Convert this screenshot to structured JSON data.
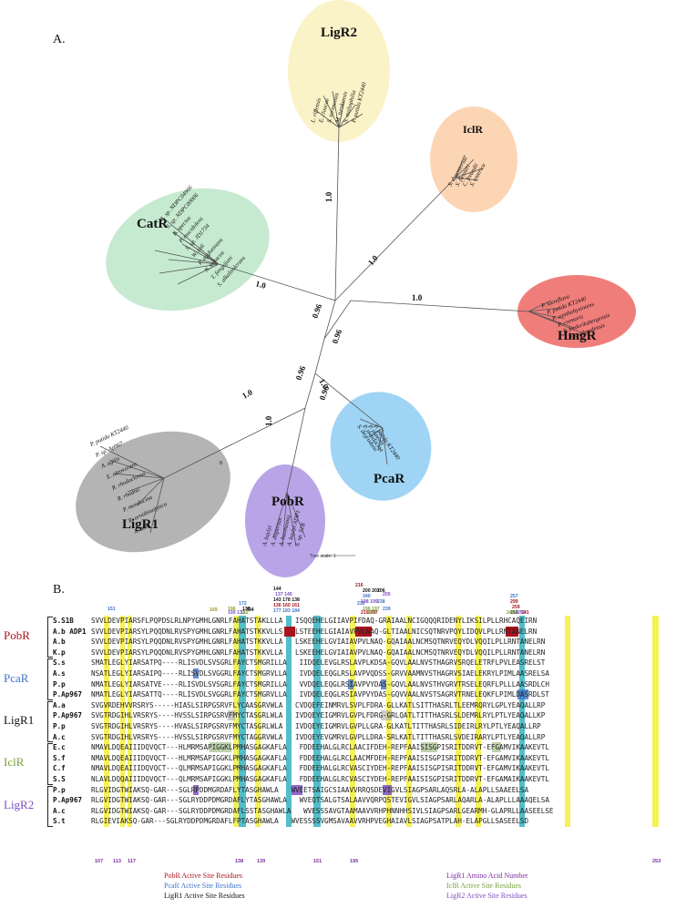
{
  "panel_a_label": "A.",
  "panel_b_label": "B.",
  "clades": {
    "ligr2": {
      "name": "LigR2",
      "color": "#fbf3c8",
      "leaves": [
        "L. riflensis",
        "E. cloacae",
        "S. tarimensis",
        "M. turokensis",
        "S. maltophilia",
        "P. putida KT2440"
      ]
    },
    "iclr": {
      "name": "IclR",
      "color": "#fcd5b4",
      "leaves": [
        "S. dysenteriae",
        "S. flexneri",
        "C. freundii",
        "S. enterica"
      ]
    },
    "catr": {
      "name": "CatR",
      "color": "#c6ead0",
      "leaves": [
        "A. sp. NDPC04966",
        "S. sp. NDPC00006",
        "B. spectus",
        "P. mucidolens",
        "S. sp. JD1734",
        "W. soli",
        "P. agglutinans",
        "N. testacea",
        "T. fengzijuni",
        "S. alkalitolerans"
      ]
    },
    "hmgr": {
      "name": "HmgR",
      "color": "#ef7e7b",
      "leaves": [
        "P. taeniflava",
        "P. putida KT2440",
        "P. xanthohysiniens",
        "P. cremoris",
        "P. frederiksbergensis",
        "P. svalbardensis"
      ]
    },
    "ligr1": {
      "name": "LigR1",
      "color": "#b4b4b4",
      "leaves": [
        "P. putida KT2440",
        "P. sp. Ap967",
        "A. agilis",
        "E. oleovorans",
        "R. rhodochrous",
        "R. rhodnii",
        "P. mendocina",
        "R. ornithinolytica",
        "A. alba"
      ]
    },
    "pobr": {
      "name": "PobR",
      "color": "#b9a4e8",
      "leaves": [
        "A. baylyi",
        "A. dispersus",
        "A. baumannii",
        "A. baylyi ADP1",
        "S. sp. S1B"
      ]
    },
    "pcar": {
      "name": "PcaR",
      "color": "#9fd4f5",
      "leaves": [
        "S. degradans",
        "P. mendocina",
        "P. puteolii",
        "P. putida KT2440"
      ]
    }
  },
  "bootstrap": [
    "1.0",
    "1.0",
    "1.0",
    "1.0",
    "0.96",
    "0.96",
    "0.96",
    "0.96",
    "1.0",
    "1.0",
    "1.0"
  ],
  "scale_label": "Tree scale: 1",
  "scale_left": "1",
  "scale_marker": "B",
  "alignment": {
    "groups": [
      {
        "label": "PobR",
        "color": "#a8141e"
      },
      {
        "label": "PcaR",
        "color": "#3d73c9"
      },
      {
        "label": "LigR1",
        "color": "#111111"
      },
      {
        "label": "IclR",
        "color": "#7aa03a"
      },
      {
        "label": "LigR2",
        "color": "#7b4fc4"
      }
    ],
    "rows": [
      {
        "name": "S.S1B",
        "seq": "SVVLDEVPIARSFLPQPDSLRLNPYGMHLGNRLFAHATSTAKLLLA   ISQQEHELGIIAVPIFDAQ-GRAIAALNCIGQQQRIDENYLIKSILPLLRHCAQEIRN"
      },
      {
        "name": "A.b ADP1",
        "seq": "SVVLDEVPIARSYLPQQDNLRVSPYGMHLGNRLFAHATSTKKVLLS   LSTEEHELGIAIAVPVLNAQ-GLTIAALNICSQTNRVPQYLIDQVLPLLRNTANELRN"
      },
      {
        "name": "A.b",
        "seq": "SVVLDEVPIARSYLPQQDNLRVSPYGMHLGNRLFAHATSTKKVLLA   LSKEEHELGVIAIAVPVLNAQ-GQAIAALNCMSQTNRVEQYDLVQQILPLLRNTANELRN"
      },
      {
        "name": "K.p",
        "seq": "SVVLDEVPIARSYLPQQDNLRVSPYGMHLGNRLFAHATSTKKVLLA   LSKEEHELGVIAIAVPVLNAQ-GQAIAALNCMSQTNRVEQYDLVQQILPLLRNTANELRN"
      },
      {
        "name": "S.s",
        "seq": "SMATLEGLYIARSATPQ----RLISVDLSVSGRLFAYCTSMGRILLA   IIDQELEVGLRSLAVPLKDSA-GQVLAALNVSTHAGRVSRQELETRFLPVLEASRELST"
      },
      {
        "name": "A.s",
        "seq": "NSATLEGLYIARSAIPQ----RLISVDLSVGGRLFAYCTSMGRVLLA   IVDQELEQGLRSLAVPVQDSS-GRVVAAMNVSTHAGRVSIAELEKRYLPIMLAASRELSA"
      },
      {
        "name": "P.p",
        "seq": "NMATLEGLYIARSATVE----RLISVDLSVSGRLFAYCTSMGRILLA   VVDQELEQGLRSIAVPVYDAS-GQVLAALNVSTHVGRVTRSELEQRFLPLLLAASRDLCH"
      },
      {
        "name": "P.Ap967",
        "seq": "NMATLEGLYIARSATTQ----RLISVDLSVGGRLFAYCTSMGRVLLA   IVDQELEQGLRSIAVPVYDAS-GQVVAALNVSTSAGRVTRNELEQKFLPIMLDASRDLST"
      },
      {
        "name": "A.a",
        "seq": "SVGVRDEHVVRSRYS-----HIASLSIRPGSRVFLYCAASGRVWLA   CVDQEFEINMRVLSVPLFDRA-GLLKATLSITTHASRLTLEEMRQRYLGPLYEAQALLRP"
      },
      {
        "name": "P.Ap967",
        "seq": "SVGTRDGIHLVRSRYS----HVSSLSIRPGSRVFMYCTASGRLWLA   IVDQEYEIGMRVLGVPLFDRG-GRLQATLTITTHASRLSLDEMRLRYLPTLYEAQALLKP"
      },
      {
        "name": "P.p",
        "seq": "SVGTRDGIHLVRSRYS----HVASLSIRPGSRVFMYCTASGRLWLA   IVDQEYEIGMRVLGVPLLGRA-GLKATLTITTHASRLSIDEIRLRYLPTLYEAQALLRP"
      },
      {
        "name": "A.c",
        "seq": "SVGTRDGIHLVRSRYS----HVSSLSIRPGSRVFMYCTAGGRVWLA   IVDQEYEVGMRVLGVPLLDRA-SRLKATLTITTHASRLSVDEIRARYLPTLYEAQALLRP"
      },
      {
        "name": "E.c",
        "seq": "NMAVLDQEAIIIDQVQCT---HLMRMSAPIGGKLPMHASGAGKAFLA   FDDEEHALGLRCLAACIFDEH-REPFAAISISGPISRITDDRVT-EFGAMVIKAAKEVTL"
      },
      {
        "name": "S.f",
        "seq": "NMAVLDQEAIIIDQVQCT---HLMRMSAPIGGKLPMHASGAGKAFLA   FDDEEHALGLRCLAACMFDEH-REPFAAISISGPISRITDDRVT-EFGAMVIKAAKEVTL"
      },
      {
        "name": "C.f",
        "seq": "NMAVLDQEAIIIDQVQCT---QLMRMSAPIGGKLPMHASGAGKAFLA   FDDEEHALGLRCVASCIYDEH-REPFAAISISGPISRITDDRVT-EFGAMVIKAAKEVTL"
      },
      {
        "name": "S.S",
        "seq": "NLAVLDQQAIIIDQVQCT---QLMRMSAPIGGKLPMHASGAGKAFLA   FDDEEHALGLRCVASCIYDEH-REPFAAISISGPISRITDDRVT-EFGAMAIKAAKEVTL"
      },
      {
        "name": "P.p",
        "seq": "RLGVIDGTWIAKSQ-GAR---SGLRPDDMGRDAFLYTASGHAWLA   WVEETSAIGCSIAAVVRRQSDEVIGVLSIAGPSARLAQSRLA-ALAPLLSAAEELSA"
      },
      {
        "name": "P.Ap967",
        "seq": "RLGVIDGTWIAKSQ-GAR---SGLRYDDPDMGRDAFLYTASGHAWLA   WVEQTSALGTSALAAVVQRPQSTEVIGVLSIAGPSARLAQARLA-ALAPLLLAAAQELSA"
      },
      {
        "name": "A.c",
        "seq": "RLGVIDGTWIAKSQ-GAR---SGLRYDDPDMGRDAFLSSTASGHAWLA   WVESSSAVGTAAMAAVVRHPHNNHHSIVLSIAGPSARLGEARMH-GLAPRLLAASEELSE"
      },
      {
        "name": "S.t",
        "seq": "RLGIEVIAKSQ-GAR---SGLRYDDPDMGRDAFLFPTASGHAWLA   WVESSSSVGMSAVAAVVRHPVEGHAIAVLSIAGPSATPLAH-ELAPGLLSASEELSD"
      }
    ],
    "top_numbers": [
      {
        "text": "151",
        "color": "#3d73c9"
      },
      {
        "text": "169",
        "color": "#9a9a2a"
      },
      {
        "text": "196",
        "color": "#9a9a2a"
      },
      {
        "text": "195 133",
        "color": "#7b4fc4"
      },
      {
        "text": "334",
        "color": "#111111"
      },
      {
        "text": "172",
        "color": "#3d73c9"
      },
      {
        "text": "138",
        "color": "#111111"
      },
      {
        "text": "152",
        "color": "#7aa03a"
      },
      {
        "text": "144",
        "color": "#111111"
      },
      {
        "text": "137 145",
        "color": "#7b4fc4"
      },
      {
        "text": "143 178 138",
        "color": "#111111"
      },
      {
        "text": "136 160 161",
        "color": "#a8141e"
      },
      {
        "text": "177 183 184",
        "color": "#3d73c9"
      },
      {
        "text": "230",
        "color": "#3d73c9"
      },
      {
        "text": "340",
        "color": "#3d73c9"
      },
      {
        "text": "216",
        "color": "#a8141e"
      },
      {
        "text": "200 201",
        "color": "#111111"
      },
      {
        "text": "206",
        "color": "#111111"
      },
      {
        "text": "196 197",
        "color": "#7aa03a"
      },
      {
        "text": "238",
        "color": "#3d73c9"
      },
      {
        "text": "239",
        "color": "#3d73c9"
      },
      {
        "text": "219 217",
        "color": "#a8141e"
      },
      {
        "text": "220",
        "color": "#a8141e"
      },
      {
        "text": "223",
        "color": "#7aa03a"
      },
      {
        "text": "205",
        "color": "#7b4fc4"
      },
      {
        "text": "198 199",
        "color": "#7b4fc4"
      },
      {
        "text": "257",
        "color": "#3d73c9"
      },
      {
        "text": "299",
        "color": "#a8141e"
      },
      {
        "text": "259",
        "color": "#a8141e"
      },
      {
        "text": "250",
        "color": "#111111"
      },
      {
        "text": "241",
        "color": "#a8141e"
      },
      {
        "text": "249",
        "color": "#7aa03a"
      },
      {
        "text": "250",
        "color": "#7b4fc4"
      }
    ],
    "bottom_numbers": [
      "107",
      "113",
      "117",
      "138",
      "139",
      "151",
      "195",
      "253"
    ],
    "legend": [
      {
        "text": "PobR Active Site Residues",
        "color": "#a8141e"
      },
      {
        "text": "PcaR Active Site Residues",
        "color": "#3d73c9"
      },
      {
        "text": "LigR1 Active Site Residues",
        "color": "#111111"
      },
      {
        "text": "LigR1 Amino Acid Number",
        "color": "#7a2aa0"
      },
      {
        "text": "IclR Active Site Residues",
        "color": "#7aa03a"
      },
      {
        "text": "LigR2 Active Site Residues",
        "color": "#7b4fc4"
      }
    ]
  }
}
